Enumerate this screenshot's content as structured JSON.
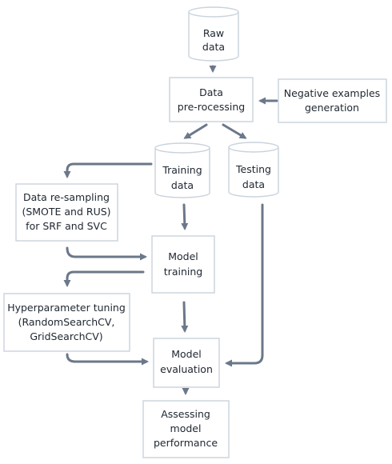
{
  "nodes": {
    "raw_data": {
      "lines": [
        "Raw",
        "data"
      ]
    },
    "preprocessing": {
      "lines": [
        "Data",
        "pre-rocessing"
      ]
    },
    "negative_examples": {
      "lines": [
        "Negative examples",
        "generation"
      ]
    },
    "training_data": {
      "lines": [
        "Training",
        "data"
      ]
    },
    "testing_data": {
      "lines": [
        "Testing",
        "data"
      ]
    },
    "resampling": {
      "lines": [
        "Data re-sampling",
        "(SMOTE and RUS)",
        "for SRF and SVC"
      ]
    },
    "model_training": {
      "lines": [
        "Model",
        "training"
      ]
    },
    "hyperparameter_tuning": {
      "lines": [
        "Hyperparameter tuning",
        "(RandomSearchCV,",
        "GridSearchCV)"
      ]
    },
    "model_evaluation": {
      "lines": [
        "Model",
        "evaluation"
      ]
    },
    "assessing": {
      "lines": [
        "Assessing",
        "model",
        "performance"
      ]
    }
  },
  "colors": {
    "arrow": "#6b7889",
    "border": "#c9d2dc",
    "text": "#1e2630"
  }
}
